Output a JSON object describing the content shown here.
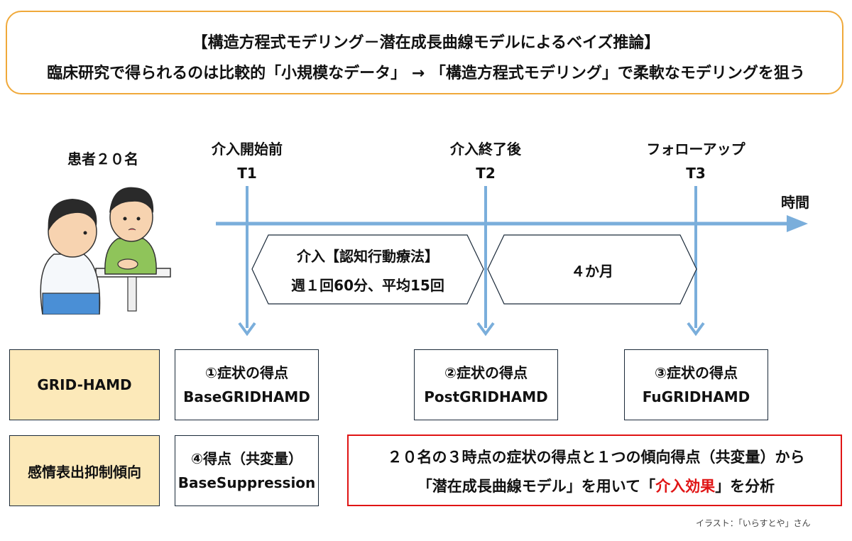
{
  "header": {
    "line1": "【構造方程式モデリング－潜在成長曲線モデルによるベイズ推論】",
    "line2": "臨床研究で得られるのは比較的「小規模なデータ」 → 「構造方程式モデリング」で柔軟なモデリングを狙う"
  },
  "patients_label": "患者２０名",
  "timepoints": [
    {
      "label": "介入開始前",
      "code": "T1"
    },
    {
      "label": "介入終了後",
      "code": "T2"
    },
    {
      "label": "フォローアップ",
      "code": "T3"
    }
  ],
  "time_axis_label": "時間",
  "intervention": {
    "line1": "介入【認知行動療法】",
    "line2": "週１回60分、平均15回"
  },
  "followup_period": "４か月",
  "rows": [
    {
      "name": "GRID-HAMD"
    },
    {
      "name": "感情表出抑制傾向"
    }
  ],
  "measures": [
    {
      "title": "①症状の得点",
      "var": "BaseGRIDHAMD"
    },
    {
      "title": "②症状の得点",
      "var": "PostGRIDHAMD"
    },
    {
      "title": "③症状の得点",
      "var": "FuGRIDHAMD"
    },
    {
      "title": "④得点（共変量）",
      "var": "BaseSuppression"
    }
  ],
  "summary": {
    "line1": "２０名の３時点の症状の得点と１つの傾向得点（共変量）から",
    "line2_pre": "「潜在成長曲線モデル」を用いて「",
    "line2_highlight": "介入効果",
    "line2_post": "」を分析"
  },
  "credit": "イラスト：「いらすとや」さん",
  "colors": {
    "accent_orange": "#f0a93a",
    "arrow_blue": "#7aaedb",
    "row_header_fill": "#fce9b9",
    "highlight_red": "#e01414"
  }
}
